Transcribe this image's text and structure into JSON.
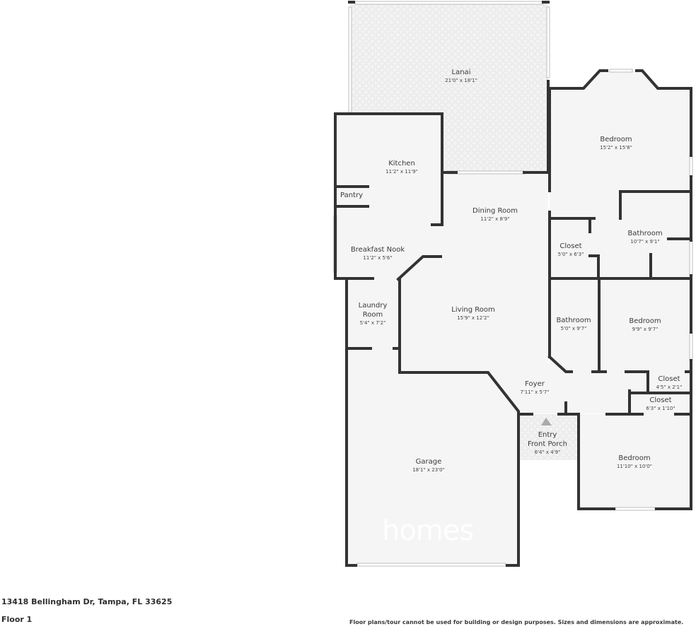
{
  "address": "13418 Bellingham Dr, Tampa, FL 33625",
  "floor_label": "Floor 1",
  "disclaimer": "Floor plans/tour cannot be used for building or design purposes. Sizes and dimensions are approximate.",
  "watermark": "homes",
  "colors": {
    "wall": "#333333",
    "floor": "#f5f5f5",
    "tile": "#f0f0f0",
    "window": "#ffffff",
    "text": "#3a3a3a",
    "entry_arrow": "#aaaaaa"
  },
  "rooms": [
    {
      "id": "lanai",
      "name": "Lanai",
      "dims": "21'0\" x 18'1\""
    },
    {
      "id": "kitchen",
      "name": "Kitchen",
      "dims": "11'2\" x 11'9\""
    },
    {
      "id": "pantry",
      "name": "Pantry",
      "dims": ""
    },
    {
      "id": "breakfast_nook",
      "name": "Breakfast Nook",
      "dims": "11'2\" x 5'6\""
    },
    {
      "id": "dining_room",
      "name": "Dining Room",
      "dims": "11'2\" x 8'9\""
    },
    {
      "id": "living_room",
      "name": "Living Room",
      "dims": "15'9\" x 12'2\""
    },
    {
      "id": "laundry_room",
      "name": "Laundry Room",
      "name_line1": "Laundry",
      "name_line2": "Room",
      "dims": "5'4\" x 7'2\""
    },
    {
      "id": "garage",
      "name": "Garage",
      "dims": "18'1\" x 23'0\""
    },
    {
      "id": "master_bedroom",
      "name": "Bedroom",
      "dims": "15'2\" x 15'8\""
    },
    {
      "id": "master_closet",
      "name": "Closet",
      "dims": "5'0\" x 6'3\""
    },
    {
      "id": "master_bathroom",
      "name": "Bathroom",
      "dims": "10'7\" x 9'1\""
    },
    {
      "id": "bathroom2",
      "name": "Bathroom",
      "dims": "5'0\" x 9'7\""
    },
    {
      "id": "bedroom2",
      "name": "Bedroom",
      "dims": "9'9\" x 9'7\""
    },
    {
      "id": "foyer",
      "name": "Foyer",
      "dims": "7'11\" x 5'7\""
    },
    {
      "id": "closet_a",
      "name": "Closet",
      "dims": "4'5\" x 2'1\""
    },
    {
      "id": "closet_b",
      "name": "Closet",
      "dims": "6'3\" x 1'10\""
    },
    {
      "id": "entry_porch",
      "name": "Entry",
      "name_line2": "Front Porch",
      "dims": "6'4\" x 4'9\""
    },
    {
      "id": "bedroom3",
      "name": "Bedroom",
      "dims": "11'10\" x 10'0\""
    }
  ]
}
